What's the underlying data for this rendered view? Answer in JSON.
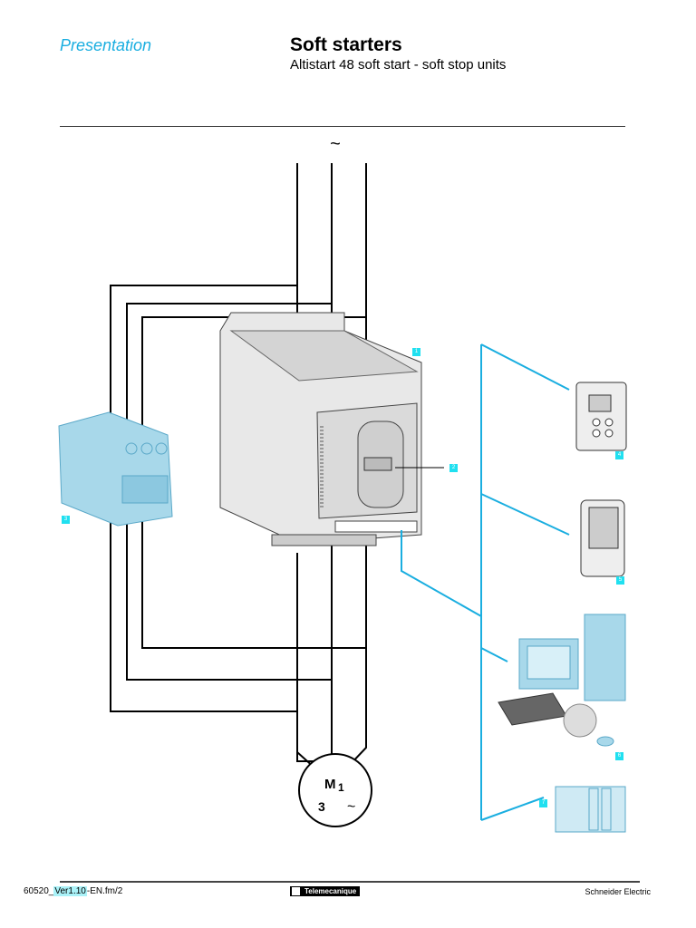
{
  "header": {
    "section": "Presentation",
    "title": "Soft starters",
    "subtitle": "Altistart 48 soft start - soft stop units"
  },
  "diagram": {
    "supply_symbol": "~",
    "motor": {
      "label": "M",
      "subscript": "1",
      "phases": "3",
      "symbol": "~"
    },
    "callouts": [
      "1",
      "2",
      "3",
      "4",
      "5",
      "6",
      "7"
    ],
    "colors": {
      "accent": "#1aaee0",
      "callout": "#20e0f0",
      "device": "#a8d8ea"
    }
  },
  "footer": {
    "doc_prefix": "60520_",
    "doc_highlight": "Ver1.10",
    "doc_suffix": "-EN.fm/2",
    "brand": "Telemecanique",
    "company": "Schneider Electric"
  }
}
